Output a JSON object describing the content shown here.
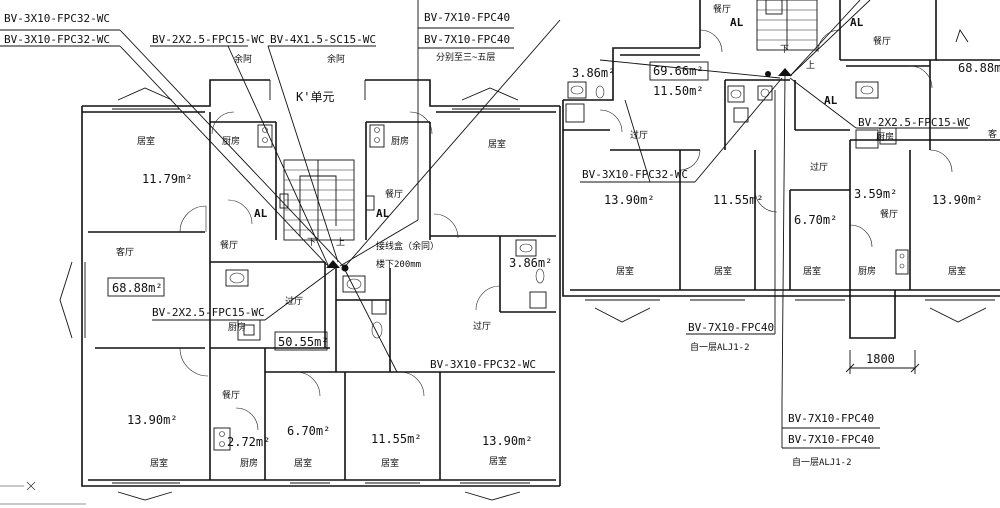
{
  "cables": {
    "c1": "BV-3X10-FPC32-WC",
    "c2": "BV-3X10-FPC32-WC",
    "c3": "BV-2X2.5-FPC15-WC",
    "c4": "BV-4X1.5-SC15-WC",
    "c5": "BV-7X10-FPC40",
    "c6": "BV-7X10-FPC40",
    "c7": "BV-2X2.5-FPC15-WC",
    "c8": "BV-3X10-FPC32-WC",
    "c9": "BV-3X10-FPC32-WC",
    "c10": "BV-2X2.5-FPC15-WC",
    "c11": "BV-7X10-FPC40",
    "c12": "BV-7X10-FPC40",
    "c13": "BV-7X10-FPC40"
  },
  "notes": {
    "branch": "分别至三~五层",
    "unit": "K'单元",
    "junction": "接线盒（余同）",
    "junction_height": "楼下200mm",
    "floor1_a": "自一层ALJ1-2",
    "floor1_b": "自一层ALJ1-2",
    "down": "下",
    "up": "上"
  },
  "symbols": {
    "al1": "AL",
    "al2": "AL",
    "al3": "AL",
    "al4": "AL",
    "al5": "AL"
  },
  "rooms": {
    "bedroom": "居室",
    "kitchen": "厨房",
    "living": "客厅",
    "dining": "餐厅",
    "hall": "过厅",
    "balcony": "余阿",
    "living_partial": "客"
  },
  "areas": {
    "a1": "11.79m²",
    "a2": "68.88m²",
    "a3": "50.55m²",
    "a4": "13.90m²",
    "a5": "2.72m²",
    "a6": "6.70m²",
    "a7": "11.55m²",
    "a8": "13.90m²",
    "a9": "3.86m²",
    "a10": "3.86m²",
    "a11": "69.66m²",
    "a12": "11.50m²",
    "a13": "68.88m",
    "a14": "13.90m²",
    "a15": "11.55m²",
    "a16": "6.70m²",
    "a17": "3.59m²",
    "a18": "13.90m²"
  },
  "dimensions": {
    "d1": "1800"
  }
}
